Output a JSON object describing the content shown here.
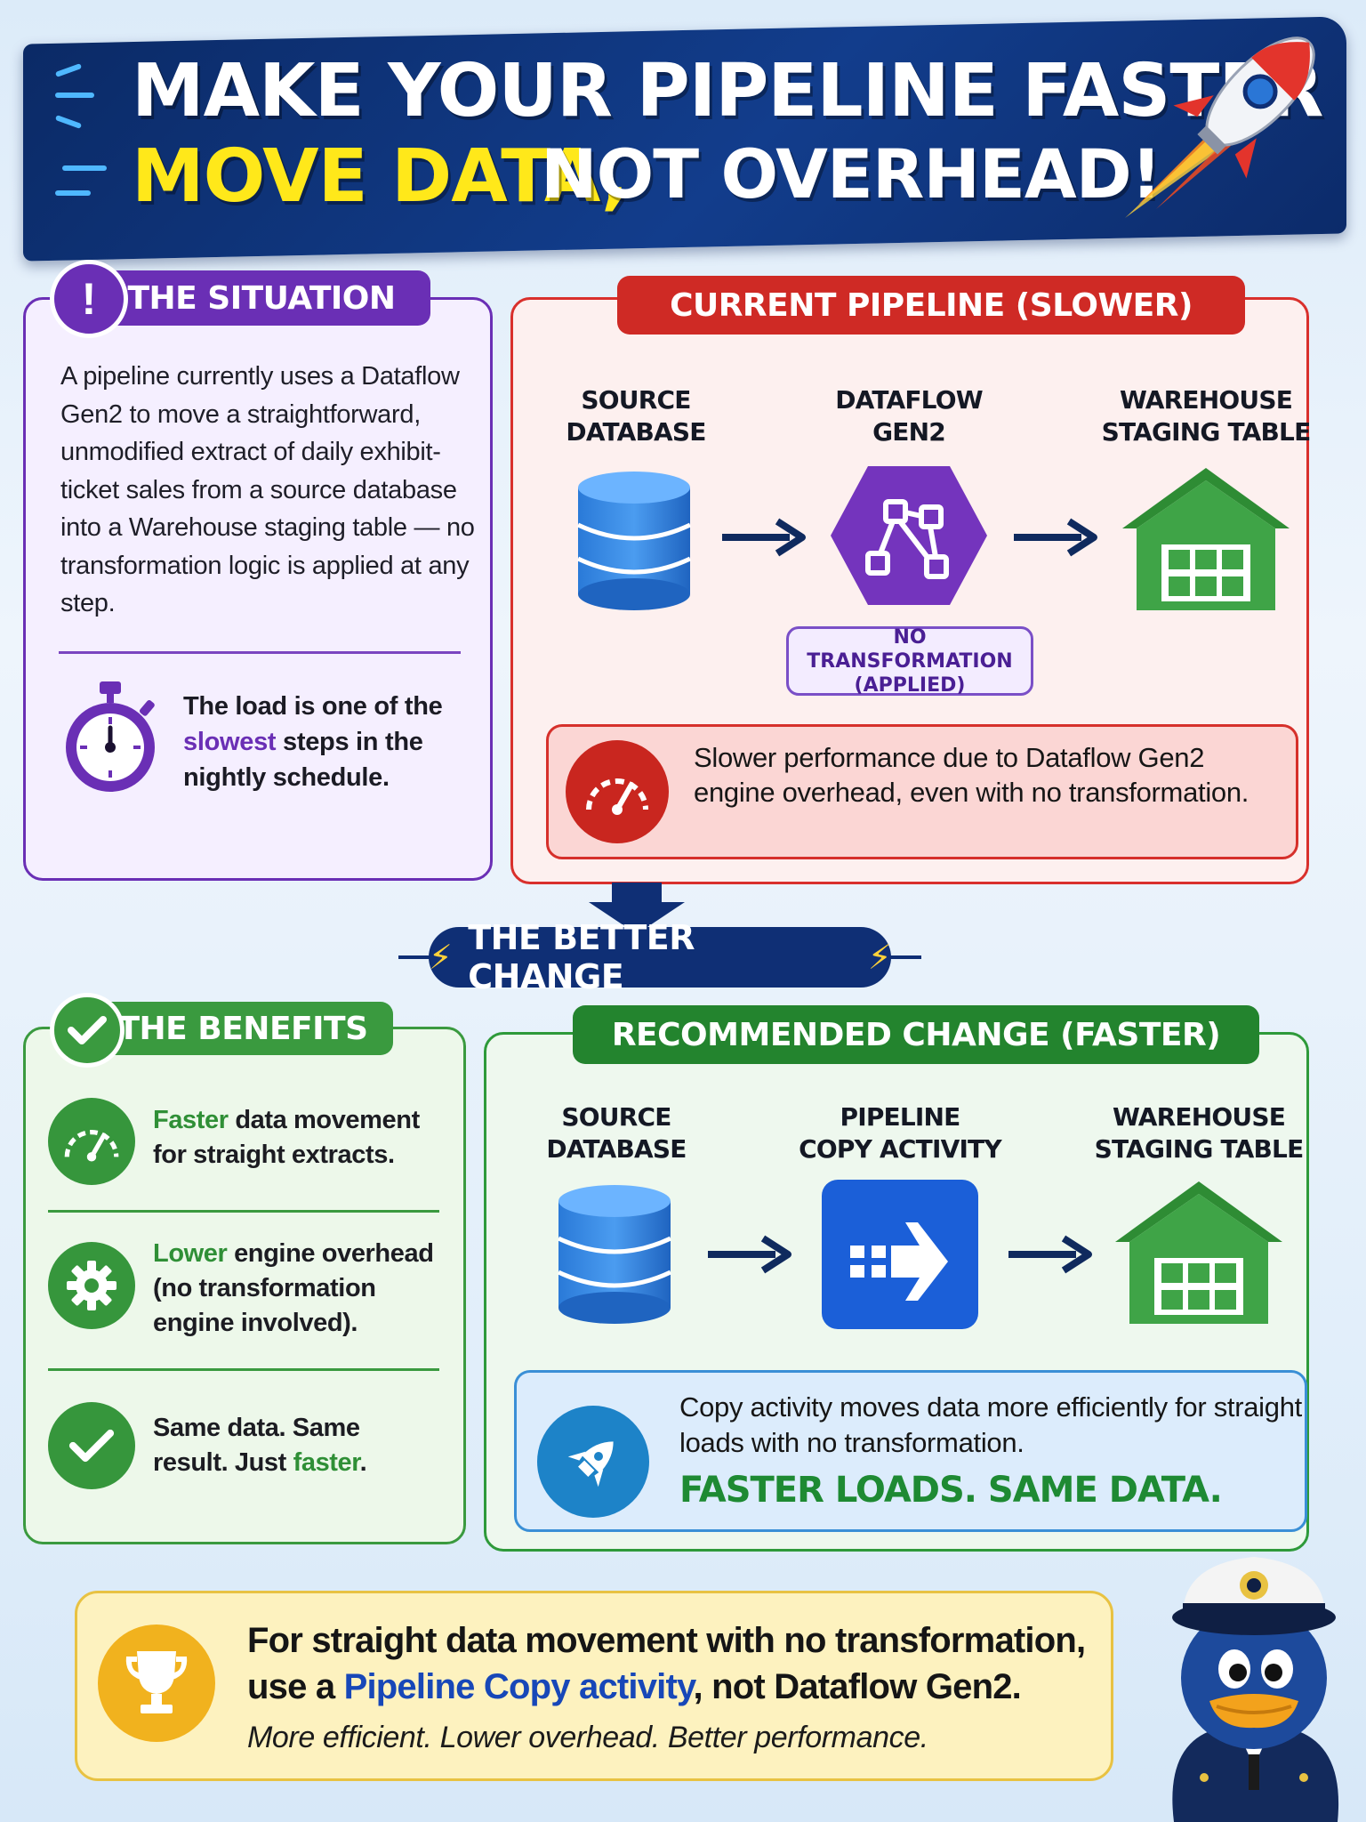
{
  "header": {
    "title_line1": "MAKE YOUR PIPELINE FASTER",
    "title_line2_highlight": "MOVE DATA,",
    "title_line2_rest": "NOT OVERHEAD!",
    "icon": "rocket-icon"
  },
  "situation": {
    "tab_label": "THE SITUATION",
    "badge": "!",
    "description": "A pipeline currently uses a Dataflow Gen2 to move a straightforward, unmodified extract of daily exhibit-ticket sales from a source database into a Warehouse staging table — no transformation logic is applied at any step.",
    "note_before": "The load is one of the ",
    "note_emphasis": "slowest",
    "note_after": " steps in the nightly schedule.",
    "icon": "stopwatch-icon"
  },
  "current_pipeline": {
    "tab_label": "CURRENT PIPELINE (SLOWER)",
    "nodes": [
      {
        "label_1": "SOURCE",
        "label_2": "DATABASE",
        "icon": "database-icon"
      },
      {
        "label_1": "DATAFLOW",
        "label_2": "GEN2",
        "icon": "dataflow-hexagon-icon"
      },
      {
        "label_1": "WAREHOUSE",
        "label_2": "STAGING TABLE",
        "icon": "warehouse-icon"
      }
    ],
    "chip_line1": "NO TRANSFORMATION",
    "chip_line2": "(APPLIED)",
    "warning": "Slower performance due to Dataflow Gen2 engine overhead, even with no transformation.",
    "warning_icon": "speedometer-icon",
    "accent": "#cf2a25"
  },
  "transition": {
    "label": "THE BETTER CHANGE"
  },
  "benefits": {
    "tab_label": "THE BENEFITS",
    "items": [
      {
        "highlight": "Faster",
        "rest": " data movement for straight extracts.",
        "icon": "speedometer-icon"
      },
      {
        "highlight": "Lower",
        "rest": " engine overhead (no transformation engine involved).",
        "icon": "gear-icon"
      },
      {
        "lead": "Same data. Same result. Just ",
        "highlight": "faster",
        "tail": ".",
        "icon": "checkmark-icon"
      }
    ],
    "accent": "#3a9a3f"
  },
  "recommended": {
    "tab_label": "RECOMMENDED CHANGE (FASTER)",
    "nodes": [
      {
        "label_1": "SOURCE",
        "label_2": "DATABASE",
        "icon": "database-icon"
      },
      {
        "label_1": "PIPELINE",
        "label_2": "COPY ACTIVITY",
        "icon": "copy-activity-icon"
      },
      {
        "label_1": "WAREHOUSE",
        "label_2": "STAGING TABLE",
        "icon": "warehouse-icon"
      }
    ],
    "info": "Copy activity moves data more efficiently for straight loads with no transformation.",
    "punchline": "FASTER LOADS. SAME DATA.",
    "info_icon": "rocket-icon",
    "accent": "#23842e"
  },
  "takeaway": {
    "line1": "For straight data movement with no transformation,",
    "line2_before": "use a ",
    "line2_link": "Pipeline Copy activity",
    "line2_after": ", not Dataflow Gen2.",
    "subline": "More efficient. Lower overhead. Better performance.",
    "icon": "trophy-icon",
    "mascot": "captain-duck-mascot"
  }
}
